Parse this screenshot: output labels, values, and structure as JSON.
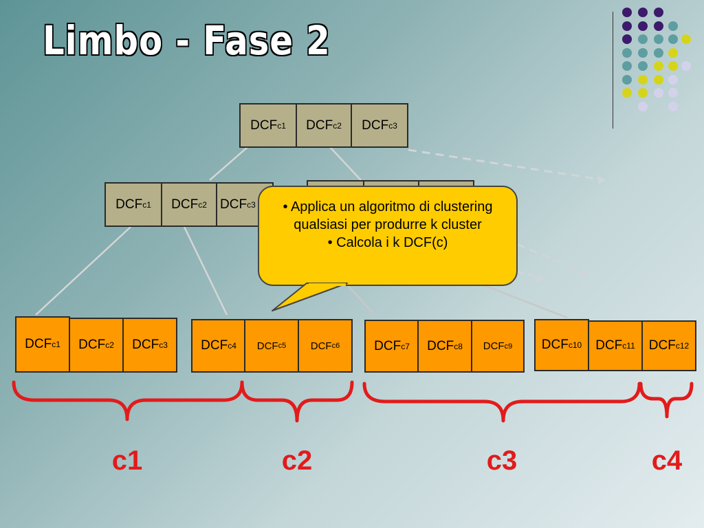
{
  "title": "Limbo - Fase 2",
  "decor": {
    "dot_colors": {
      "purple": "#3d1a6b",
      "teal": "#5f9ea0",
      "yellow": "#d6d41a",
      "lavender": "#d4d2ea"
    }
  },
  "tree": {
    "root": [
      {
        "base": "DCF",
        "sub": "c1"
      },
      {
        "base": "DCF",
        "sub": "c2"
      },
      {
        "base": "DCF",
        "sub": "c3"
      }
    ],
    "level2_left": [
      {
        "base": "DCF",
        "sub": "c1"
      },
      {
        "base": "DCF",
        "sub": "c2"
      },
      {
        "base": "DCF",
        "sub": "c3"
      }
    ],
    "leaves": [
      {
        "base": "DCF",
        "sub": "c1"
      },
      {
        "base": "DCF",
        "sub": "c2"
      },
      {
        "base": "DCF",
        "sub": "c3"
      },
      {
        "base": "DCF",
        "sub": "c4"
      },
      {
        "base": "DCF",
        "sub": "c5"
      },
      {
        "base": "DCF",
        "sub": "c6"
      },
      {
        "base": "DCF",
        "sub": "c7"
      },
      {
        "base": "DCF",
        "sub": "c8"
      },
      {
        "base": "DCF",
        "sub": "c9"
      },
      {
        "base": "DCF",
        "sub": "c10"
      },
      {
        "base": "DCF",
        "sub": "c11"
      },
      {
        "base": "DCF",
        "sub": "c12"
      }
    ]
  },
  "callout": {
    "lines": [
      "• Applica un algoritmo di clustering qualsiasi per produrre k cluster",
      "• Calcola i k DCF(c)"
    ]
  },
  "clusters": [
    {
      "label": "c1"
    },
    {
      "label": "c2"
    },
    {
      "label": "c3"
    },
    {
      "label": "c4"
    }
  ],
  "colors": {
    "node": "#b5b08a",
    "leaf": "#ff9900",
    "callout": "#ffcc00",
    "brace": "#e21b1b"
  }
}
